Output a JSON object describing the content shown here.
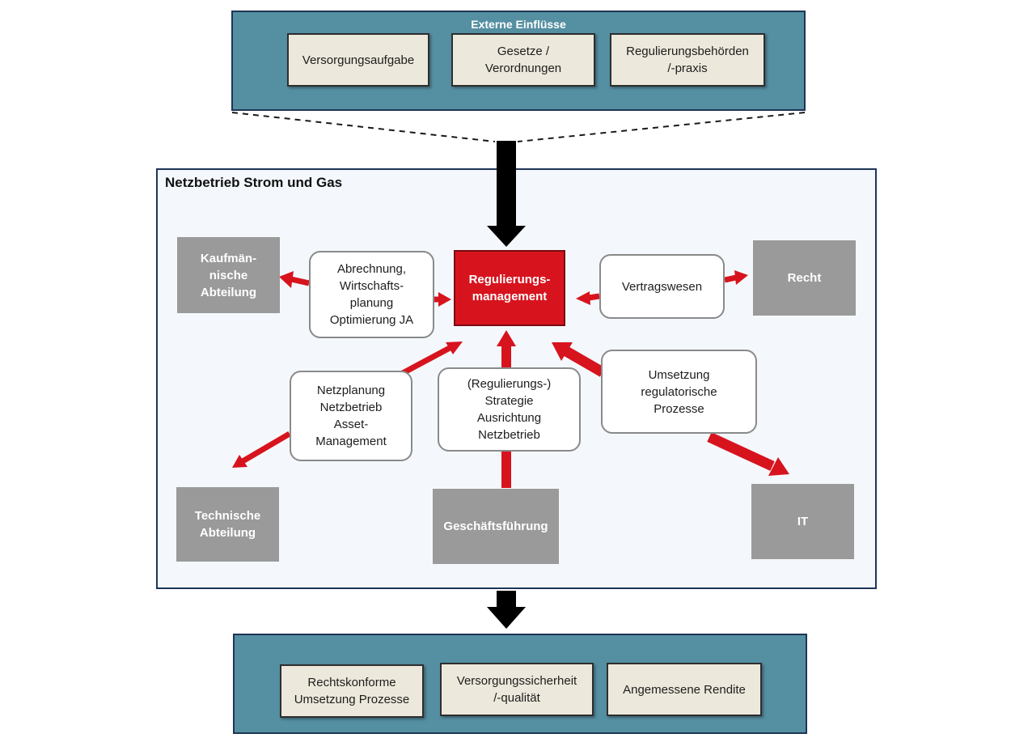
{
  "external": {
    "title": "Externe Einflüsse",
    "items": [
      "Versorgungsaufgabe",
      "Gesetze /\nVerordnungen",
      "Regulierungsbehörden\n/-praxis"
    ]
  },
  "main": {
    "title": "Netzbetrieb Strom und Gas",
    "center": "Regulierungs-\nmanagement",
    "departments": {
      "kaufmaennisch": "Kaufmän-\nnische\nAbteilung",
      "recht": "Recht",
      "technisch": "Technische\nAbteilung",
      "geschaeftsfuehrung": "Geschäftsführung",
      "it": "IT"
    },
    "tasks": {
      "abrechnung": "Abrechnung,\nWirtschafts-\nplanung\nOptimierung JA",
      "vertragswesen": "Vertragswesen",
      "netzplanung": "Netzplanung\nNetzbetrieb\nAsset-\nManagement",
      "strategie": "(Regulierungs-)\nStrategie\nAusrichtung\nNetzbetrieb",
      "umsetzung": "Umsetzung\nregulatorische\nProzesse"
    }
  },
  "outcomes": {
    "items": [
      "Rechtskonforme\nUmsetzung Prozesse",
      "Versorgungssicherheit\n/-qualität",
      "Angemessene Rendite"
    ]
  },
  "colors": {
    "accent_red": "#d7141e",
    "panel_teal": "#558fa2",
    "department_gray": "#9a9a9a"
  }
}
